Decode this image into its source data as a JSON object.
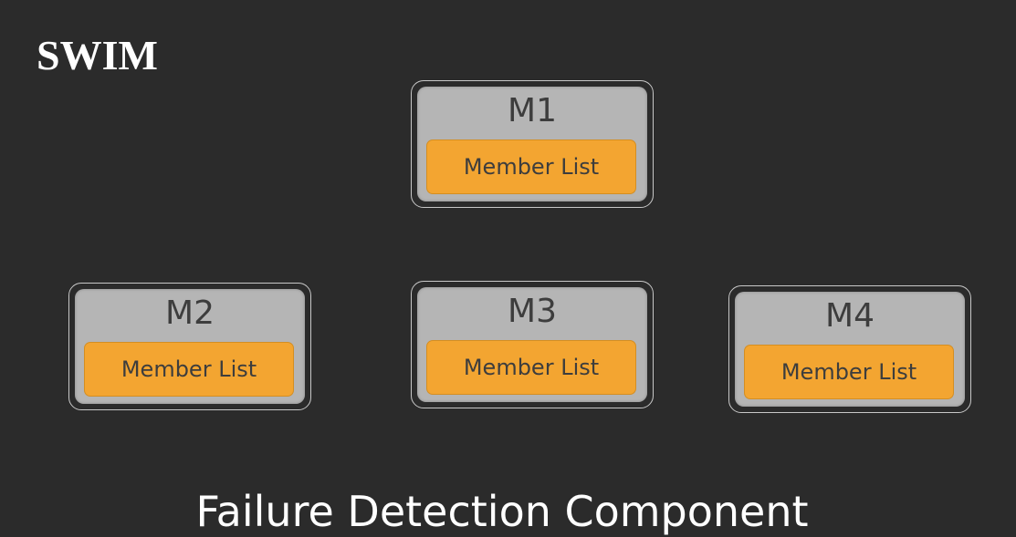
{
  "title": "SWIM",
  "nodes": [
    {
      "label": "M1",
      "list": "Member List"
    },
    {
      "label": "M2",
      "list": "Member List"
    },
    {
      "label": "M3",
      "list": "Member List"
    },
    {
      "label": "M4",
      "list": "Member List"
    }
  ],
  "caption": "Failure Detection Component",
  "colors": {
    "background": "#2b2b2b",
    "node": "#b5b5b5",
    "member_list": "#f3a531"
  }
}
